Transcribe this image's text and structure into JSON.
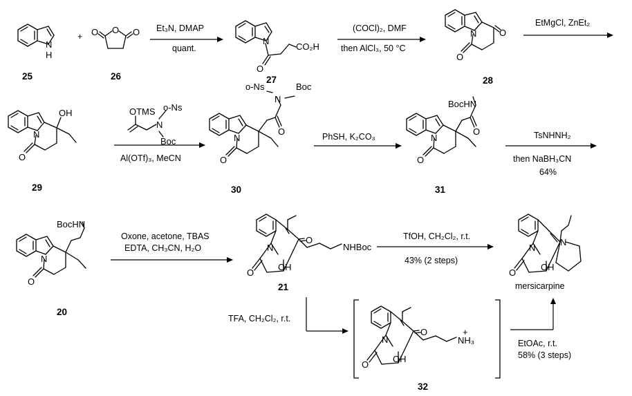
{
  "compounds": {
    "c25": "25",
    "c26": "26",
    "c27": "27",
    "c28": "28",
    "c29": "29",
    "c30": "30",
    "c31": "31",
    "c20": "20",
    "c21": "21",
    "c32": "32",
    "mersicarpine": "mersicarpine"
  },
  "atoms": {
    "nh": "N",
    "nh_h": "H",
    "o": "O",
    "n": "N",
    "oh": "OH",
    "co2h": "CO₂H",
    "boc": "Boc",
    "bochn": "BocHN",
    "ons": "o-Ns",
    "otms": "OTMS",
    "nhboc": "NHBoc",
    "nh3": "NH₃",
    "plus_charge": "+"
  },
  "misc": {
    "plus": "+"
  },
  "conditions": {
    "r1_top": "Et₃N, DMAP",
    "r1_bottom": "quant.",
    "r2_top": "(COCl)₂, DMF",
    "r2_bottom": "then AlCl₃, 50 °C",
    "r3_top": "EtMgCl, ZnEt₂",
    "r4_bottom": "Al(OTf)₃, MeCN",
    "r5_top": "PhSH, K₂CO₃",
    "r6_top": "TsNHNH₂",
    "r6_mid": "then NaBH₃CN",
    "r6_bottom": "64%",
    "r7_top": "Oxone, acetone, TBAS",
    "r7_bottom": "EDTA, CH₃CN, H₂O",
    "r8_top": "TfOH, CH₂Cl₂, r.t.",
    "r8_bottom": "43% (2 steps)",
    "r9": "TFA, CH₂Cl₂, r.t.",
    "r10_top": "EtOAc, r.t.",
    "r10_bottom": "58% (3 steps)"
  }
}
